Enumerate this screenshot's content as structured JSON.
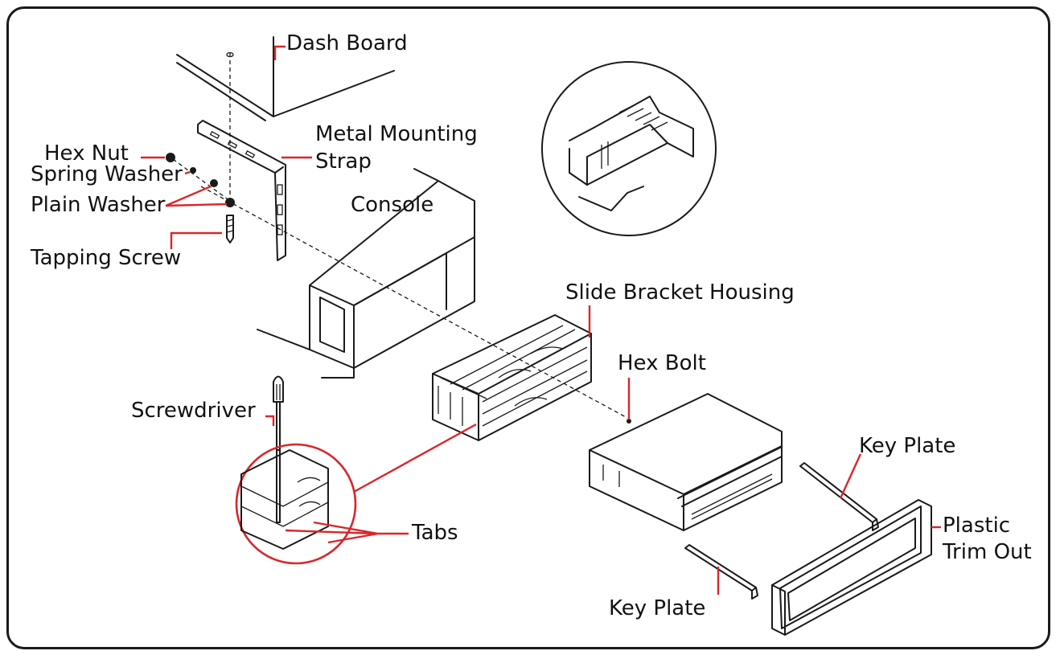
{
  "labels": {
    "dash_board": "Dash Board",
    "metal_mounting_strap_line1": "Metal Mounting",
    "metal_mounting_strap_line2": "Strap",
    "hex_nut": "Hex Nut",
    "spring_washer": "Spring Washer",
    "plain_washer": "Plain Washer",
    "tapping_screw": "Tapping Screw",
    "console": "Console",
    "slide_bracket_housing": "Slide Bracket Housing",
    "hex_bolt": "Hex Bolt",
    "screwdriver": "Screwdriver",
    "tabs": "Tabs",
    "key_plate_top": "Key Plate",
    "key_plate_bottom": "Key Plate",
    "plastic_trim_out_line1": "Plastic",
    "plastic_trim_out_line2": "Trim Out"
  },
  "colors": {
    "leader": "#d9262b",
    "ink": "#1a1a1a",
    "background": "#ffffff"
  }
}
